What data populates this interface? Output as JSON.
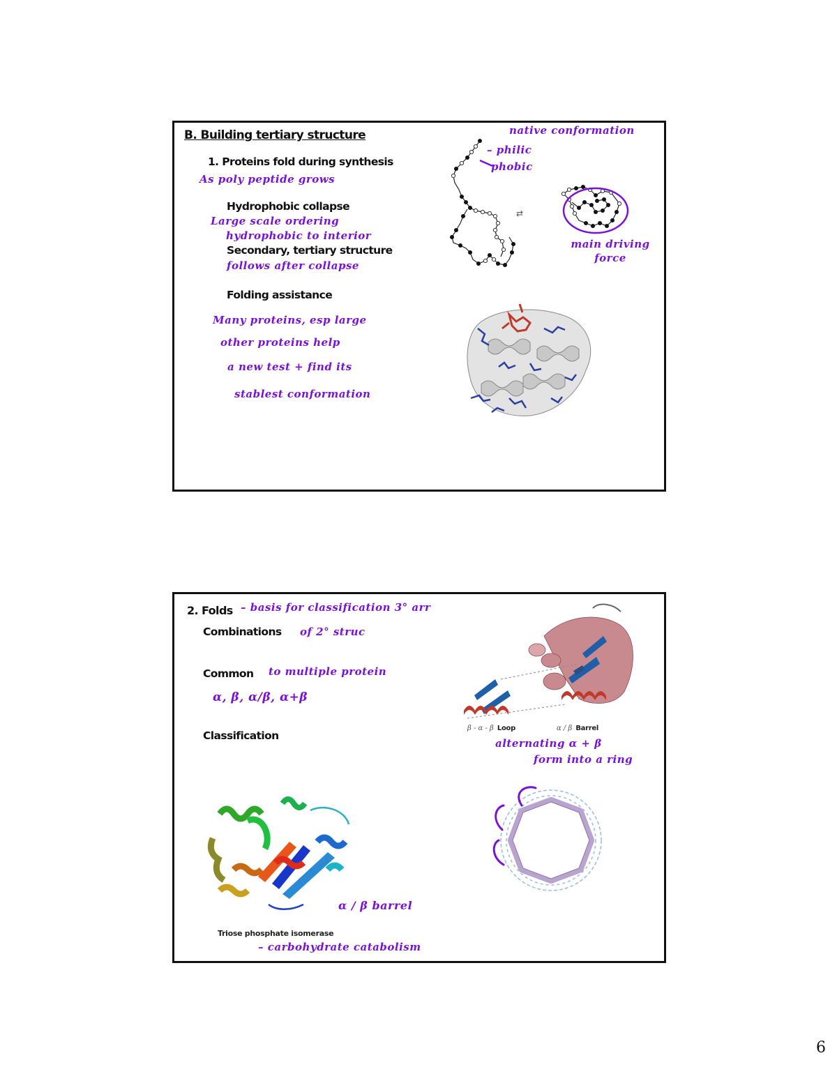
{
  "page": {
    "number": "6"
  },
  "slides": [
    {
      "id": "slide-1",
      "title": "B.  Building tertiary structure",
      "items": [
        {
          "typed": "1.  Proteins fold during synthesis",
          "handwritten": [
            "As poly peptide grows"
          ]
        },
        {
          "typed": "Hydrophobic collapse",
          "handwritten": [
            "Large scale ordering",
            "hydrophobic to interior"
          ]
        },
        {
          "typed": "Secondary, tertiary structure",
          "handwritten": [
            "follows after collapse"
          ]
        },
        {
          "typed": "Folding assistance",
          "handwritten": [
            "Many proteins, esp large",
            "other proteins help",
            "a new test + find its",
            "stablest conformation"
          ]
        }
      ],
      "figures": {
        "folding_diagram": {
          "annotations": [
            "native conformation",
            "– philic",
            "phobic",
            "main driving force"
          ],
          "arrow": "⇄"
        },
        "protein_structure": {
          "description": "ribbon structure with heme (red) and side chains (blue)"
        }
      }
    },
    {
      "id": "slide-2",
      "title": "2. Folds",
      "title_annotation": "– basis for classification 3° arr",
      "items": [
        {
          "typed": "Combinations",
          "handwritten": [
            "of 2° struc"
          ]
        },
        {
          "typed": "Common",
          "handwritten": [
            "to multiple protein",
            "α, β, α/β, α+β"
          ]
        },
        {
          "typed": "Classification",
          "handwritten": []
        }
      ],
      "figures": {
        "loop_barrel": {
          "label_left": "β-α-β Loop",
          "label_left_greek": "β - α - β",
          "label_left_word": "Loop",
          "label_right_greek": "α / β",
          "label_right_word": "Barrel"
        },
        "barrel_diagram": {
          "annotation": [
            "alternating α + β",
            "form into a ring"
          ]
        },
        "tim_barrel": {
          "caption": "Triose phosphate isomerase",
          "annotation": "α / β barrel",
          "note": "– carbohydrate catabolism"
        }
      }
    }
  ],
  "colors": {
    "ink": "#7a12d6",
    "border": "#111111",
    "helix_red": "#c0392b",
    "strand_blue": "#1f5fa8",
    "barrel_pink": "#c98a8f",
    "barrel_lilac": "#b9a3cf",
    "helix_lightblue": "#9ec0de"
  }
}
